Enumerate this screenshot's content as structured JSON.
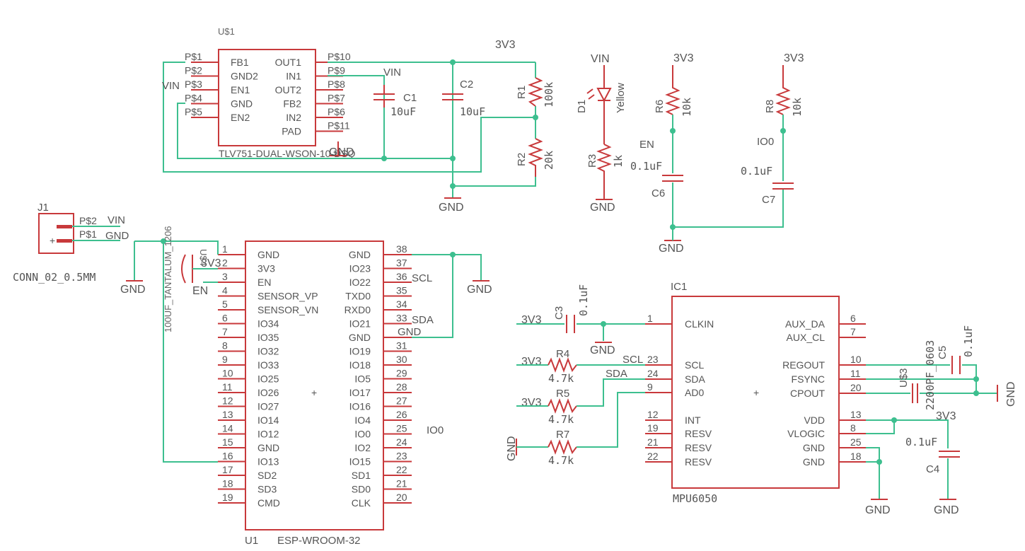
{
  "power_ic": {
    "ref": "U$1",
    "name": "TLV751-DUAL-WSON-10-DSQ",
    "left_pins": [
      "FB1",
      "GND2",
      "EN1",
      "GND",
      "EN2"
    ],
    "right_pins": [
      "OUT1",
      "IN1",
      "OUT2",
      "FB2",
      "IN2",
      "PAD"
    ],
    "left_pads": [
      "P$1",
      "P$2",
      "P$3",
      "P$4",
      "P$5"
    ],
    "right_pads": [
      "P$10",
      "P$9",
      "P$8",
      "P$7",
      "P$6",
      "P$11"
    ]
  },
  "components": {
    "c1": {
      "ref": "C1",
      "value": "10uF"
    },
    "c2": {
      "ref": "C2",
      "value": "10uF"
    },
    "r1": {
      "ref": "R1",
      "value": "100k"
    },
    "r2": {
      "ref": "R2",
      "value": "20k"
    },
    "d1": {
      "ref": "D1",
      "value": "Yellow"
    },
    "r3": {
      "ref": "R3",
      "value": "1k"
    },
    "r6": {
      "ref": "R6",
      "value": "10k"
    },
    "c6": {
      "ref": "C6",
      "value": "0.1uF"
    },
    "r8": {
      "ref": "R8",
      "value": "10k"
    },
    "c7": {
      "ref": "C7",
      "value": "0.1uF"
    },
    "j1": {
      "ref": "J1",
      "name": "CONN_02_0.5MM",
      "pad2": "P$2",
      "pad1": "P$1"
    },
    "u4": {
      "ref": "U$4",
      "value": "100UF_TANTALUM_1206"
    },
    "c3": {
      "ref": "C3",
      "value": "0.1uF"
    },
    "r4": {
      "ref": "R4",
      "value": "4.7k"
    },
    "r5": {
      "ref": "R5",
      "value": "4.7k"
    },
    "r7": {
      "ref": "R7",
      "value": "4.7k"
    },
    "c5": {
      "ref": "C5",
      "value": "0.1uF"
    },
    "u3": {
      "ref": "U$3",
      "value": "2200PF_0603"
    },
    "c4": {
      "ref": "C4",
      "value": "0.1uF"
    }
  },
  "nets": {
    "gnd": "GND",
    "v3v3": "3V3",
    "vin": "VIN",
    "en": "EN",
    "io0": "IO0",
    "scl": "SCL",
    "sda": "SDA",
    "plus": "+"
  },
  "esp32": {
    "ref": "U1",
    "name": "ESP-WROOM-32",
    "left_labels": [
      "GND",
      "3V3",
      "EN",
      "SENSOR_VP",
      "SENSOR_VN",
      "IO34",
      "IO35",
      "IO32",
      "IO33",
      "IO25",
      "IO26",
      "IO27",
      "IO14",
      "IO12",
      "GND",
      "IO13",
      "SD2",
      "SD3",
      "CMD"
    ],
    "left_nums": [
      "1",
      "2",
      "3",
      "4",
      "5",
      "6",
      "7",
      "8",
      "9",
      "10",
      "11",
      "12",
      "13",
      "14",
      "15",
      "16",
      "17",
      "18",
      "19"
    ],
    "right_labels": [
      "GND",
      "IO23",
      "IO22",
      "TXD0",
      "RXD0",
      "IO21",
      "GND",
      "IO19",
      "IO18",
      "IO5",
      "IO17",
      "IO16",
      "IO4",
      "IO0",
      "IO2",
      "IO15",
      "SD1",
      "SD0",
      "CLK"
    ],
    "right_nums": [
      "38",
      "37",
      "36",
      "35",
      "34",
      "33",
      "",
      "31",
      "30",
      "29",
      "28",
      "27",
      "26",
      "25",
      "24",
      "23",
      "22",
      "21",
      "20"
    ]
  },
  "mpu": {
    "ref": "IC1",
    "name": "MPU6050",
    "left_labels": [
      "CLKIN",
      "SCL",
      "SDA",
      "AD0",
      "INT",
      "RESV",
      "RESV",
      "RESV"
    ],
    "left_nums": [
      "1",
      "23",
      "24",
      "9",
      "12",
      "19",
      "21",
      "22"
    ],
    "right_labels": [
      "AUX_DA",
      "AUX_CL",
      "REGOUT",
      "FSYNC",
      "CPOUT",
      "VDD",
      "VLOGIC",
      "GND",
      "GND"
    ],
    "right_nums": [
      "6",
      "7",
      "10",
      "11",
      "20",
      "13",
      "8",
      "25",
      "18"
    ]
  }
}
